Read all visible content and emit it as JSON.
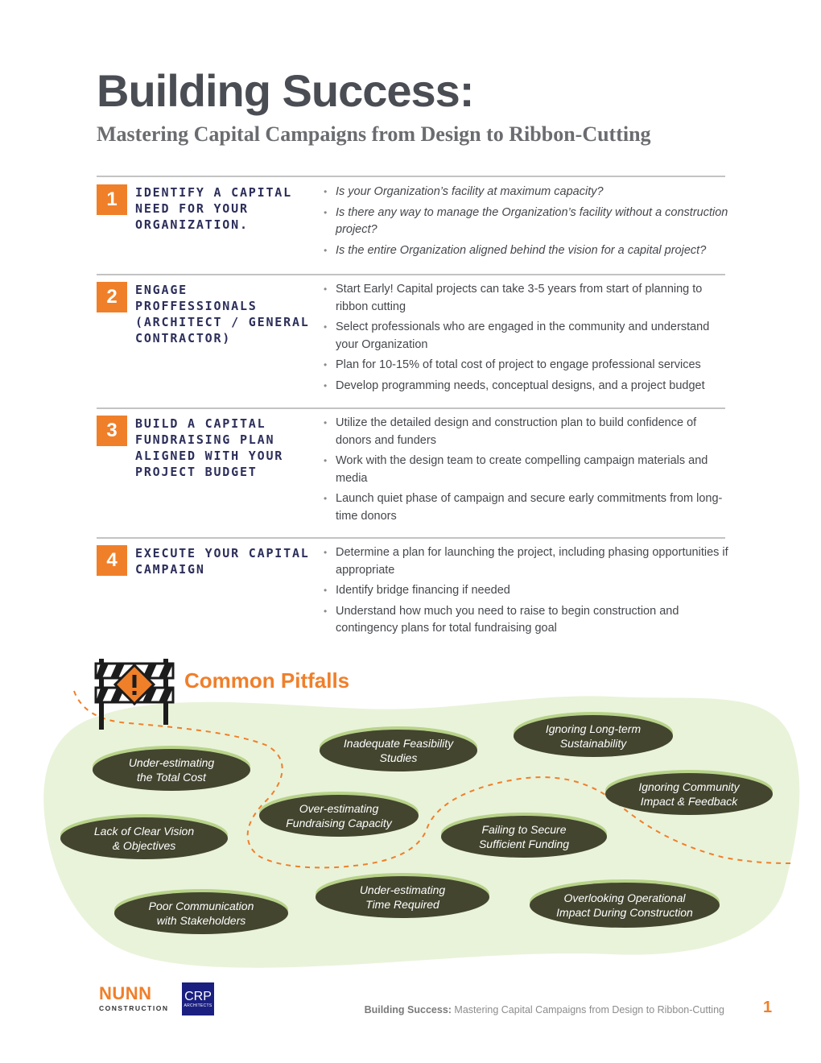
{
  "header": {
    "title": "Building Success:",
    "subtitle": "Mastering Capital Campaigns from Design to Ribbon-Cutting"
  },
  "steps": [
    {
      "number": "1",
      "title": "Identify a capital need for your organization.",
      "bullets": [
        "Is your Organization’s facility at maximum capacity?",
        "Is there any way to manage the Organization’s facility without a construction project?",
        "Is the entire Organization aligned behind the vision for a capital project?"
      ]
    },
    {
      "number": "2",
      "title": "Engage proffessionals (architect / general contractor)",
      "bullets": [
        "Start Early! Capital projects can take 3-5 years from start of planning to ribbon cutting",
        "Select professionals who are engaged in the community and understand your Organization",
        "Plan for 10-15% of total cost of project to engage professional services",
        "Develop programming needs, conceptual designs, and a project budget"
      ]
    },
    {
      "number": "3",
      "title": "Build a capital fundraising plan aligned with your project budget",
      "bullets": [
        "Utilize the detailed design and construction plan to build confidence of donors and funders",
        "Work with the design team to create compelling campaign materials and media",
        "Launch quiet phase of campaign and secure early commitments from long-time donors"
      ]
    },
    {
      "number": "4",
      "title": "Execute your capital campaign",
      "bullets": [
        "Determine a plan for launching the project, including phasing opportunities if appropriate",
        "Identify bridge financing if needed",
        "Understand how much you need to raise to begin construction and contingency plans for total fundraising goal"
      ]
    }
  ],
  "pitfalls": {
    "title": "Common Pitfalls",
    "icon": "barricade-warning-icon",
    "items": [
      {
        "line1": "Under-estimating",
        "line2": "the Total Cost"
      },
      {
        "line1": "Inadequate Feasibility",
        "line2": "Studies"
      },
      {
        "line1": "Ignoring Long-term",
        "line2": "Sustainability"
      },
      {
        "line1": "Ignoring Community",
        "line2": "Impact & Feedback"
      },
      {
        "line1": "Over-estimating",
        "line2": "Fundraising Capacity"
      },
      {
        "line1": "Lack of Clear Vision",
        "line2": "& Objectives"
      },
      {
        "line1": "Failing to Secure",
        "line2": "Sufficient Funding"
      },
      {
        "line1": "Under-estimating",
        "line2": "Time Required"
      },
      {
        "line1": "Poor Communication",
        "line2": "with Stakeholders"
      },
      {
        "line1": "Overlooking Operational",
        "line2": "Impact During Construction"
      }
    ]
  },
  "footer": {
    "logo_nunn_main": "NUNN",
    "logo_nunn_sub": "CONSTRUCTION",
    "logo_crp_main": "CRP",
    "logo_crp_sub": "ARCHITECTS",
    "doc_title_bold": "Building Success:",
    "doc_title_rest": "Mastering Capital Campaigns from Design to Ribbon-Cutting",
    "page_number": "1"
  },
  "colors": {
    "accent_orange": "#f07f2a",
    "heading_navy": "#2c2e5a",
    "pill_dark": "#43452f",
    "blob_green": "#e9f3da",
    "crp_blue": "#1b2080"
  }
}
